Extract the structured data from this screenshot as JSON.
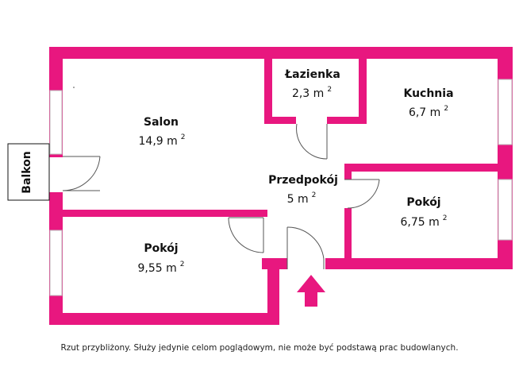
{
  "rooms": {
    "salon": {
      "name": "Salon",
      "area": "14,9 m",
      "sup": "2"
    },
    "lazienka": {
      "name": "Łazienka",
      "area": "2,3 m",
      "sup": "2"
    },
    "kuchnia": {
      "name": "Kuchnia",
      "area": "6,7 m",
      "sup": "2"
    },
    "przedpokoj": {
      "name": "Przedpokój",
      "area": "5 m",
      "sup": "2"
    },
    "pokoj_right": {
      "name": "Pokój",
      "area": "6,75 m",
      "sup": "2"
    },
    "pokoj_left": {
      "name": "Pokój",
      "area": "9,55 m",
      "sup": "2"
    }
  },
  "balkon": {
    "label": "Balkon"
  },
  "caption": "Rzut przybliżony. Służy jedynie celom poglądowym, nie może być podstawą prac budowlanych.",
  "colors": {
    "wall": "#e8177f",
    "background": "#ffffff"
  },
  "icons": {
    "entrance": "entrance-arrow-icon"
  }
}
